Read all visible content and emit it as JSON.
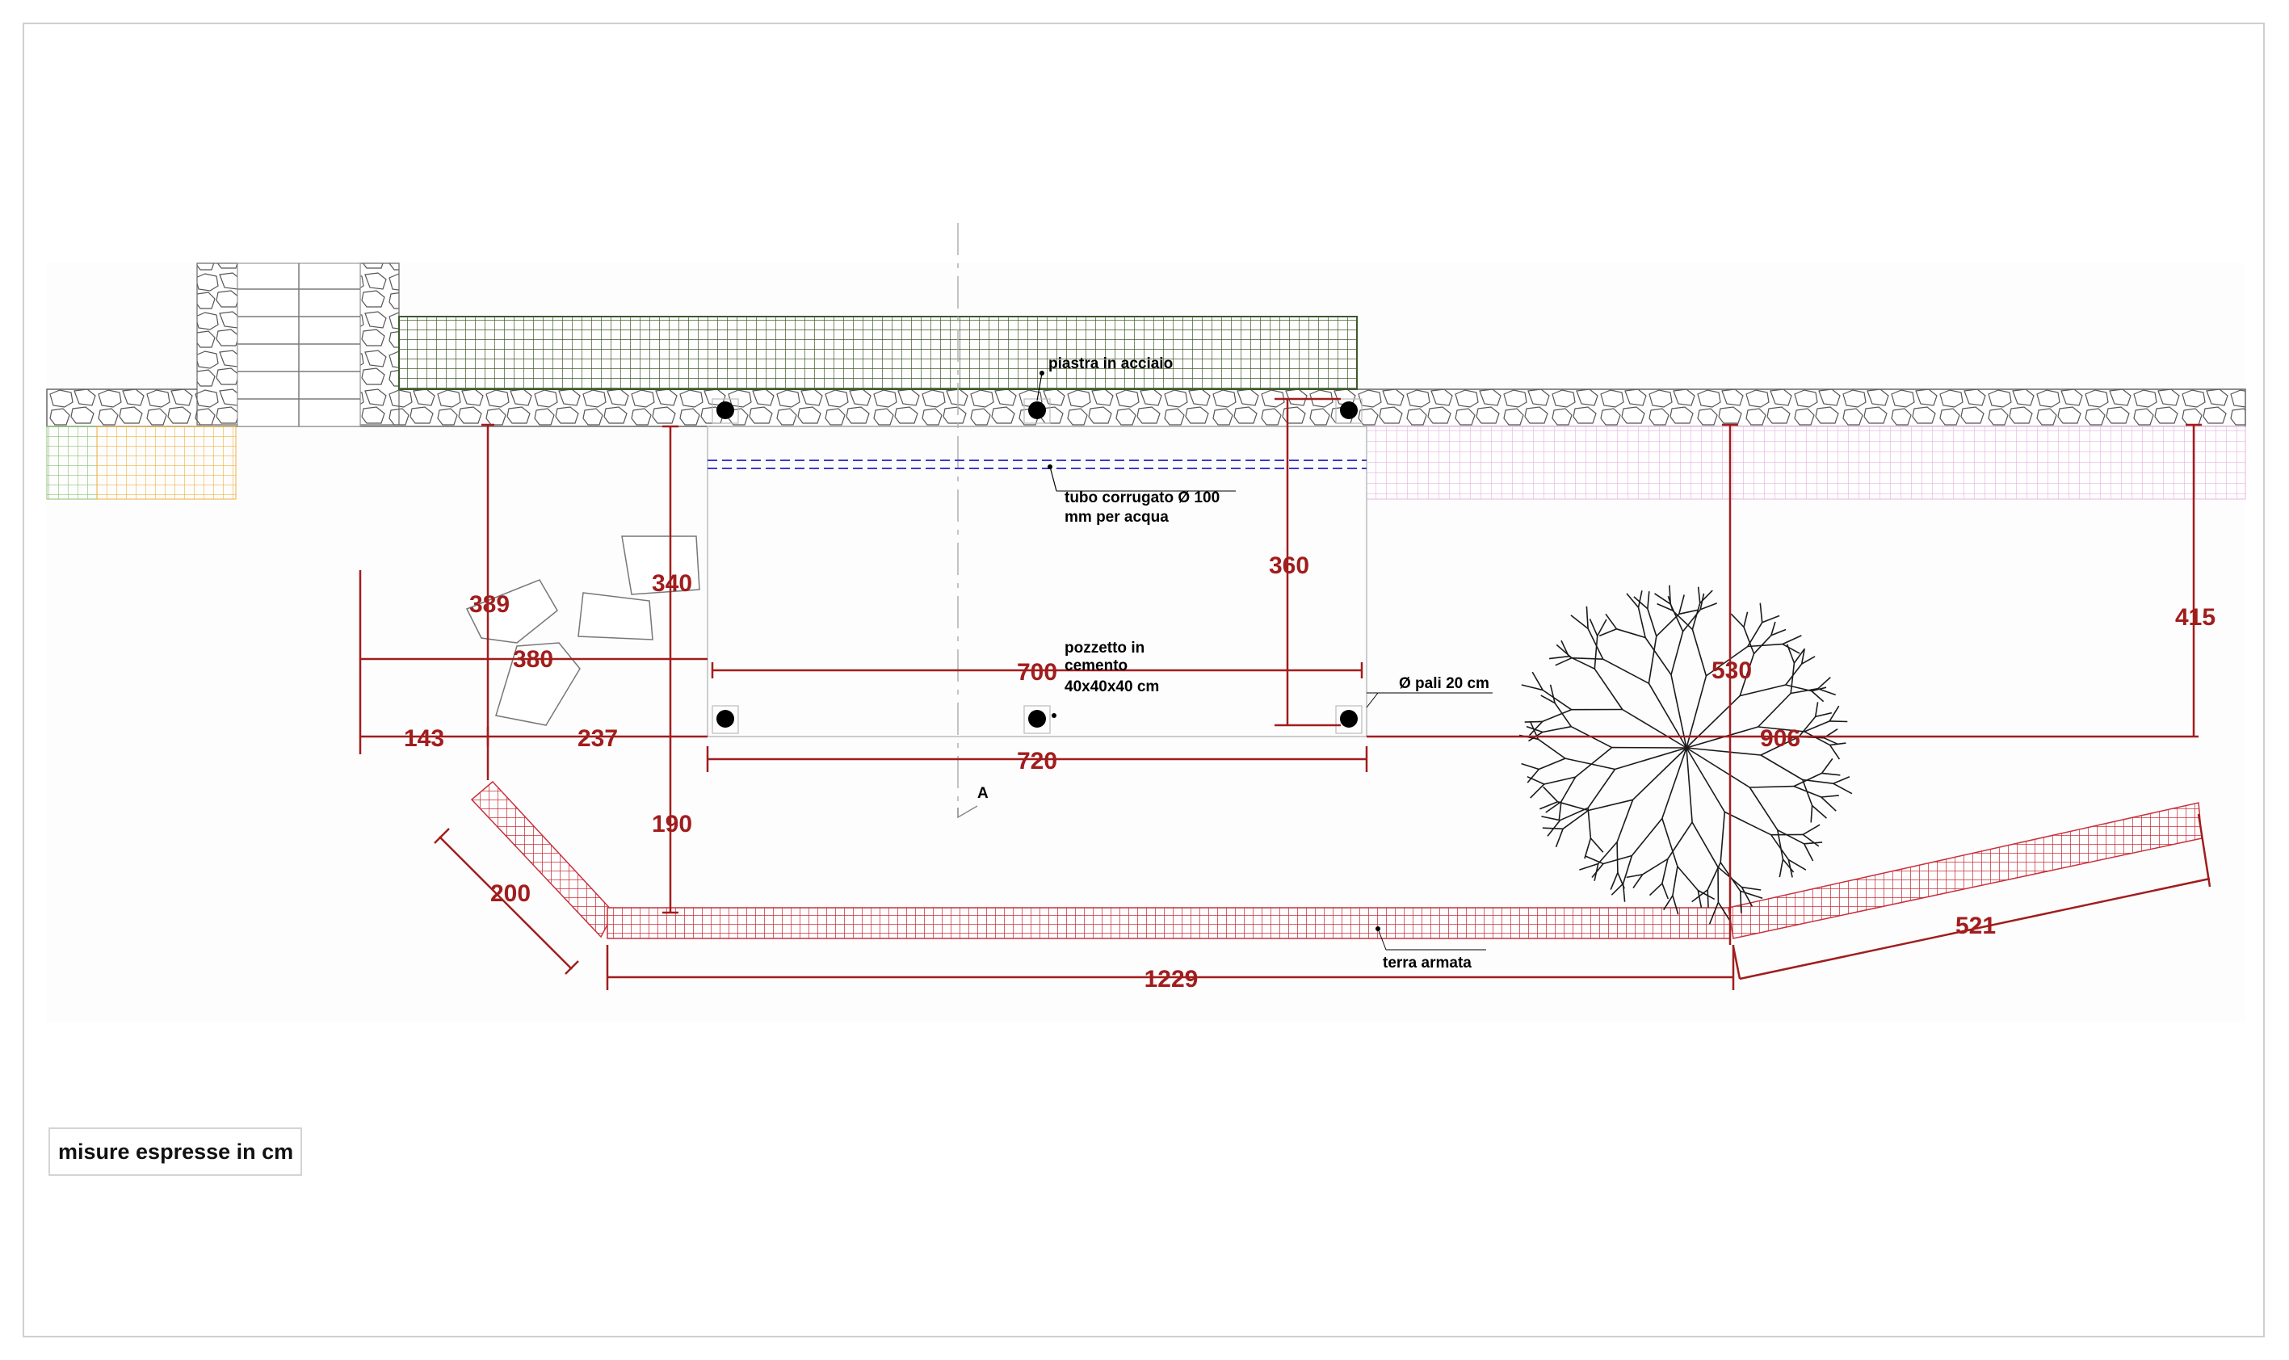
{
  "drawing": {
    "dimensions": {
      "d389": "389",
      "d340": "340",
      "d380": "380",
      "d143": "143",
      "d237": "237",
      "d190": "190",
      "d200": "200",
      "d700": "700",
      "d720": "720",
      "d360": "360",
      "d530": "530",
      "d906": "906",
      "d415": "415",
      "d1229": "1229",
      "d521": "521"
    },
    "labels": {
      "section_mark": "A",
      "steel_plate": "piastra in acciaio",
      "pipe_line1": "tubo corrugato Ø 100",
      "pipe_line2": "mm per acqua",
      "manhole_line1": "pozzetto in",
      "manhole_line2": "cemento",
      "manhole_line3": "40x40x40 cm",
      "piles": "Ø pali 20 cm",
      "reinforced_earth": "terra armata"
    },
    "legend": "misure espresse in cm",
    "colors": {
      "dimension": "#a11d1d",
      "hedge": "#3d5a2a",
      "pipe": "#3a3ad0",
      "pink_hatch": "#e8b4e0",
      "green_hatch": "#8cc070",
      "orange_hatch": "#f0b040",
      "red_hatch": "#c8303c"
    }
  }
}
